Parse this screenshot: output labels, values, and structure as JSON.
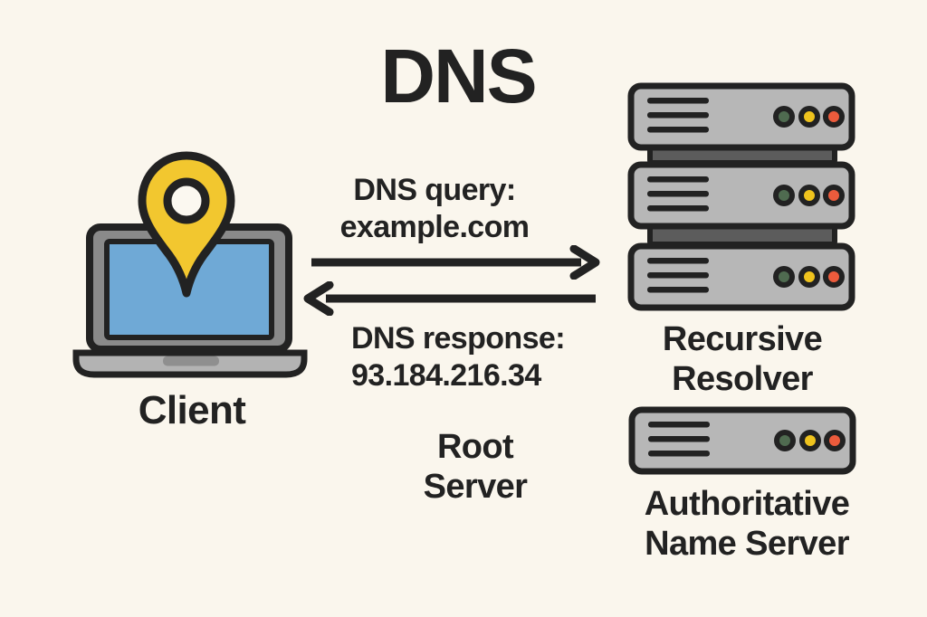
{
  "title": "DNS",
  "nodes": {
    "client": {
      "label": "Client",
      "icon": "laptop-with-location-pin"
    },
    "recursive_resolver": {
      "label_line1": "Recursive",
      "label_line2": "Resolver",
      "icon": "server-stack"
    },
    "root_server": {
      "label_line1": "Root",
      "label_line2": "Server"
    },
    "authoritative_name_server": {
      "label_line1": "Authoritative",
      "label_line2": "Name Server",
      "icon": "server-unit"
    }
  },
  "edges": {
    "query": {
      "from": "client",
      "to": "recursive_resolver",
      "label_line1": "DNS query:",
      "label_line2": "example.com"
    },
    "response": {
      "from": "recursive_resolver",
      "to": "client",
      "label_line1": "DNS response:",
      "label_line2": "93.184.216.34"
    }
  },
  "colors": {
    "bg": "#FAF6ED",
    "ink": "#222222",
    "screen_blue": "#6FA9D6",
    "pin_yellow": "#F2C72F",
    "pin_hole": "#FBF8F0",
    "server_gray": "#B7B7B7",
    "connector_gray": "#5C5C5C",
    "led_green": "#4F6B50",
    "led_yellow": "#EFC31D",
    "led_red": "#EC5B3C",
    "bezel_gray": "#8A8A8A",
    "base_gray": "#B3B3B3",
    "notch_gray": "#8F8F8F"
  }
}
